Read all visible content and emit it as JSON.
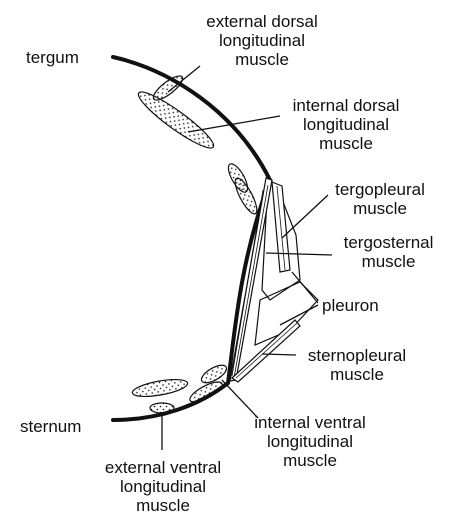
{
  "labels": {
    "tergum": "tergum",
    "sternum": "sternum",
    "pleuron": "pleuron",
    "external_dorsal": [
      "external dorsal",
      "longitudinal",
      "muscle"
    ],
    "internal_dorsal": [
      "internal dorsal",
      "longitudinal",
      "muscle"
    ],
    "tergopleural": [
      "tergopleural",
      "muscle"
    ],
    "tergosternal": [
      "tergosternal",
      "muscle"
    ],
    "sternopleural": [
      "sternopleural",
      "muscle"
    ],
    "internal_ventral": [
      "internal ventral",
      "longitudinal",
      "muscle"
    ],
    "external_ventral": [
      "external ventral",
      "longitudinal",
      "muscle"
    ]
  },
  "colors": {
    "ink": "#111111",
    "background": "#ffffff"
  }
}
